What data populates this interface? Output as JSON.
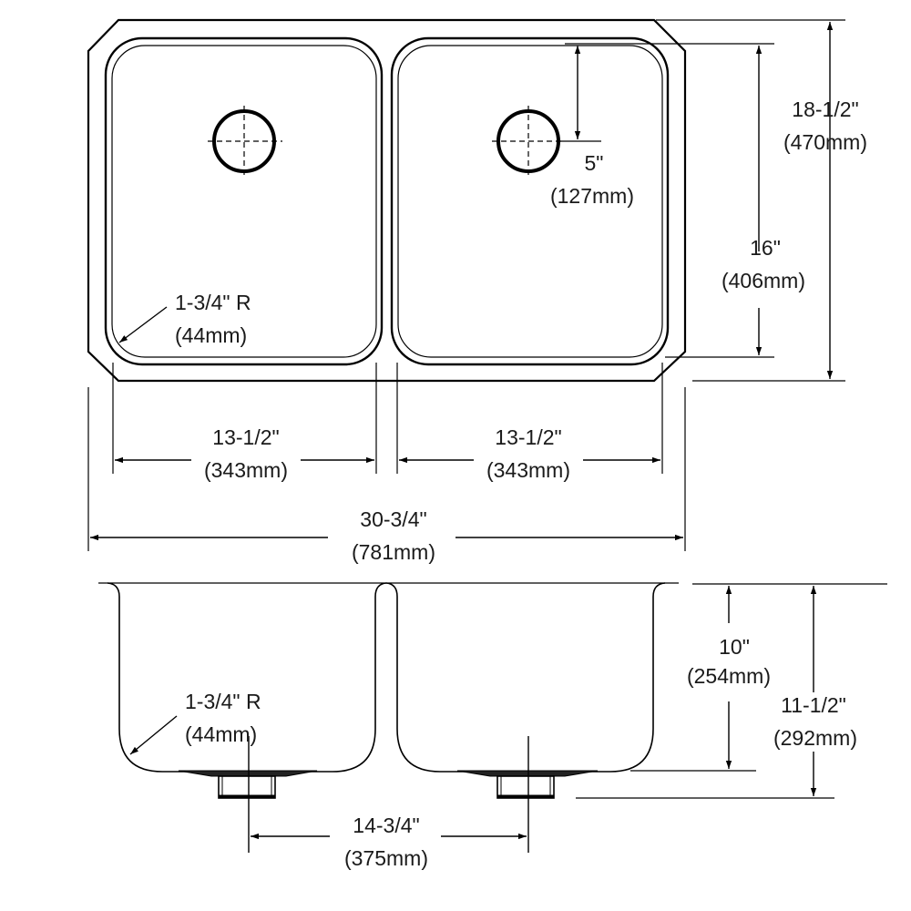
{
  "plan_view": {
    "bowl_radius": {
      "label": "1-3/4\" R",
      "metric": "(44mm)"
    },
    "drain_offset": {
      "label": "5\"",
      "metric": "(127mm)"
    },
    "bowl_depth": {
      "label": "16\"",
      "metric": "(406mm)"
    },
    "overall_depth": {
      "label": "18-1/2\"",
      "metric": "(470mm)"
    },
    "left_bowl_width": {
      "label": "13-1/2\"",
      "metric": "(343mm)"
    },
    "right_bowl_width": {
      "label": "13-1/2\"",
      "metric": "(343mm)"
    },
    "overall_width": {
      "label": "30-3/4\"",
      "metric": "(781mm)"
    }
  },
  "section_view": {
    "bowl_radius": {
      "label": "1-3/4\" R",
      "metric": "(44mm)"
    },
    "bowl_height": {
      "label": "10\"",
      "metric": "(254mm)"
    },
    "overall_height": {
      "label": "11-1/2\"",
      "metric": "(292mm)"
    },
    "drain_spacing": {
      "label": "14-3/4\"",
      "metric": "(375mm)"
    }
  }
}
